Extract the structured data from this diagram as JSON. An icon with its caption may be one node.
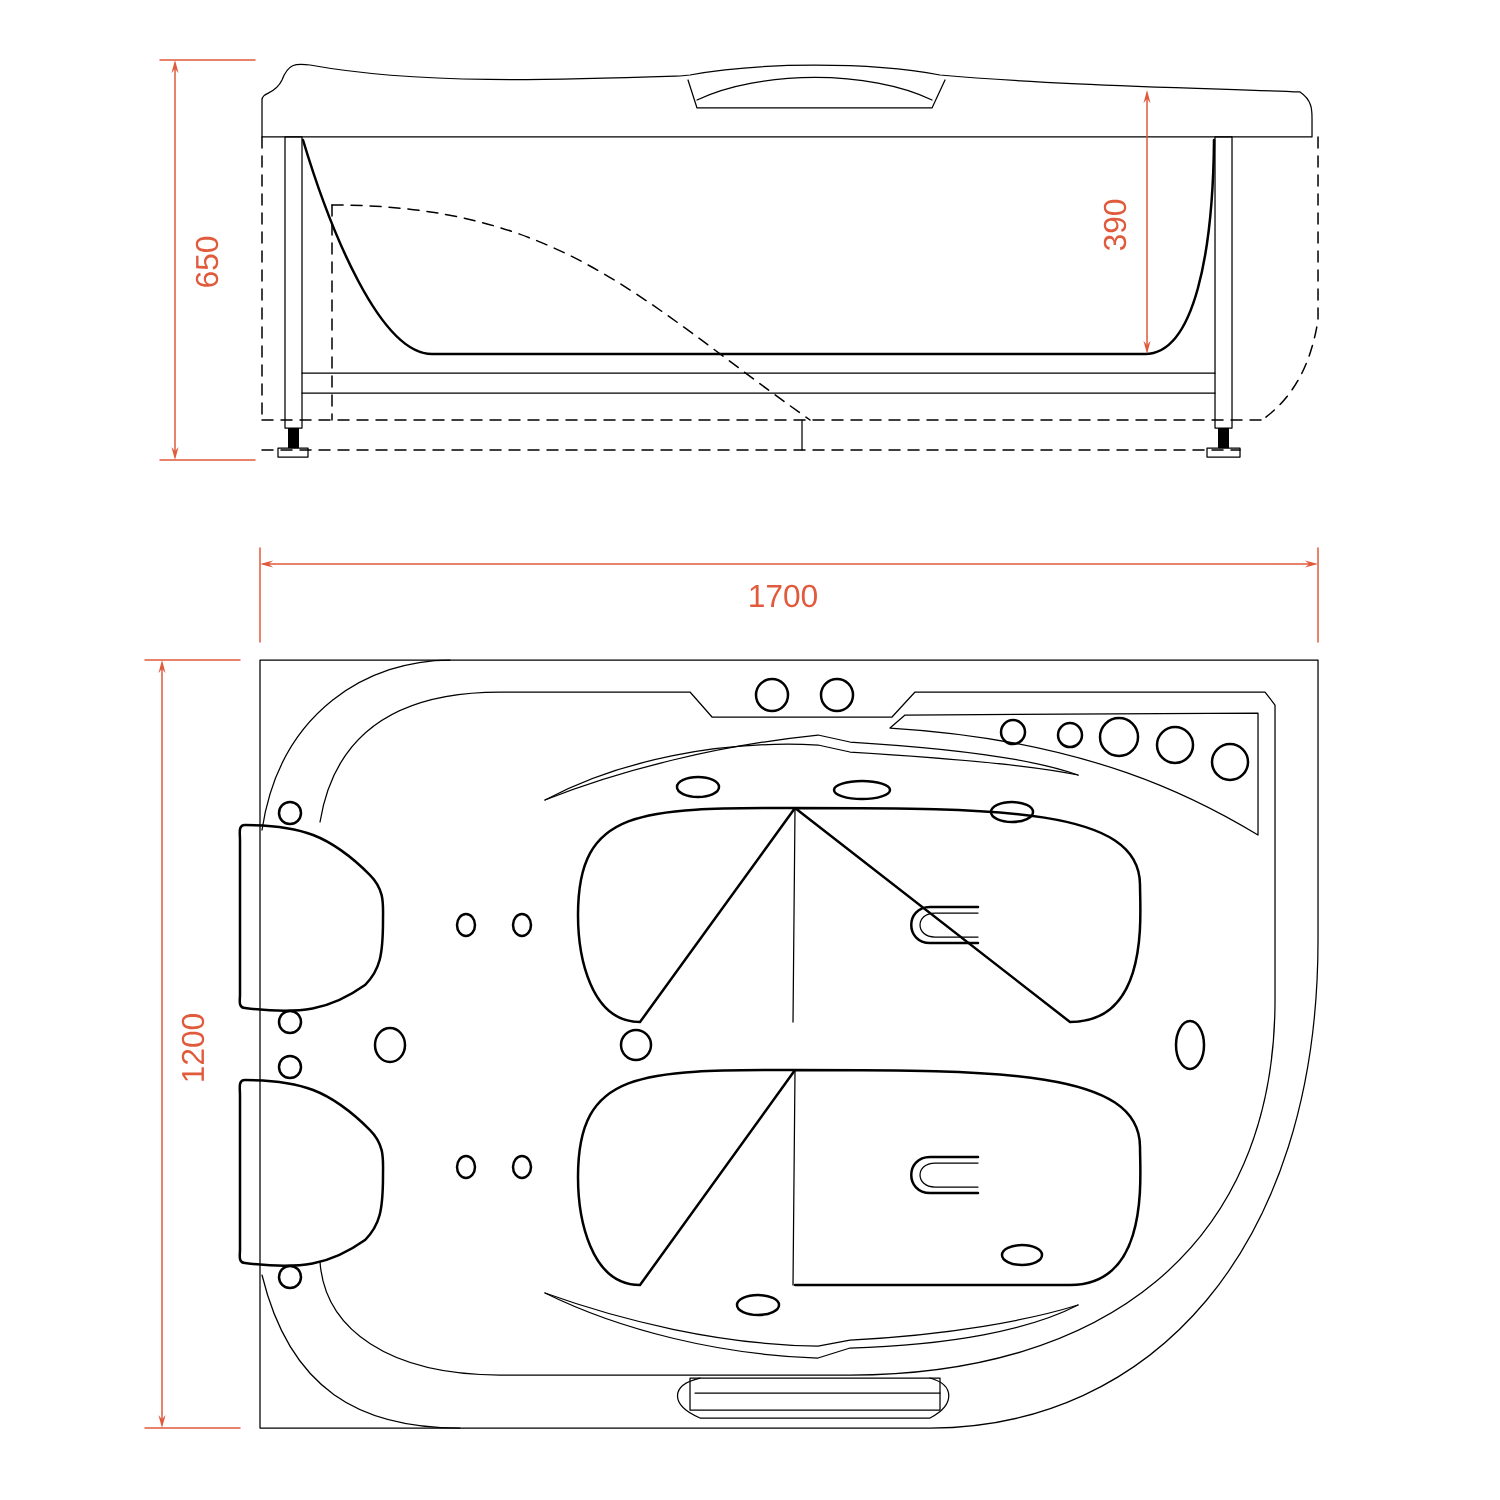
{
  "diagram": {
    "labels": [
      "650",
      "390",
      "1700",
      "1200"
    ]
  }
}
